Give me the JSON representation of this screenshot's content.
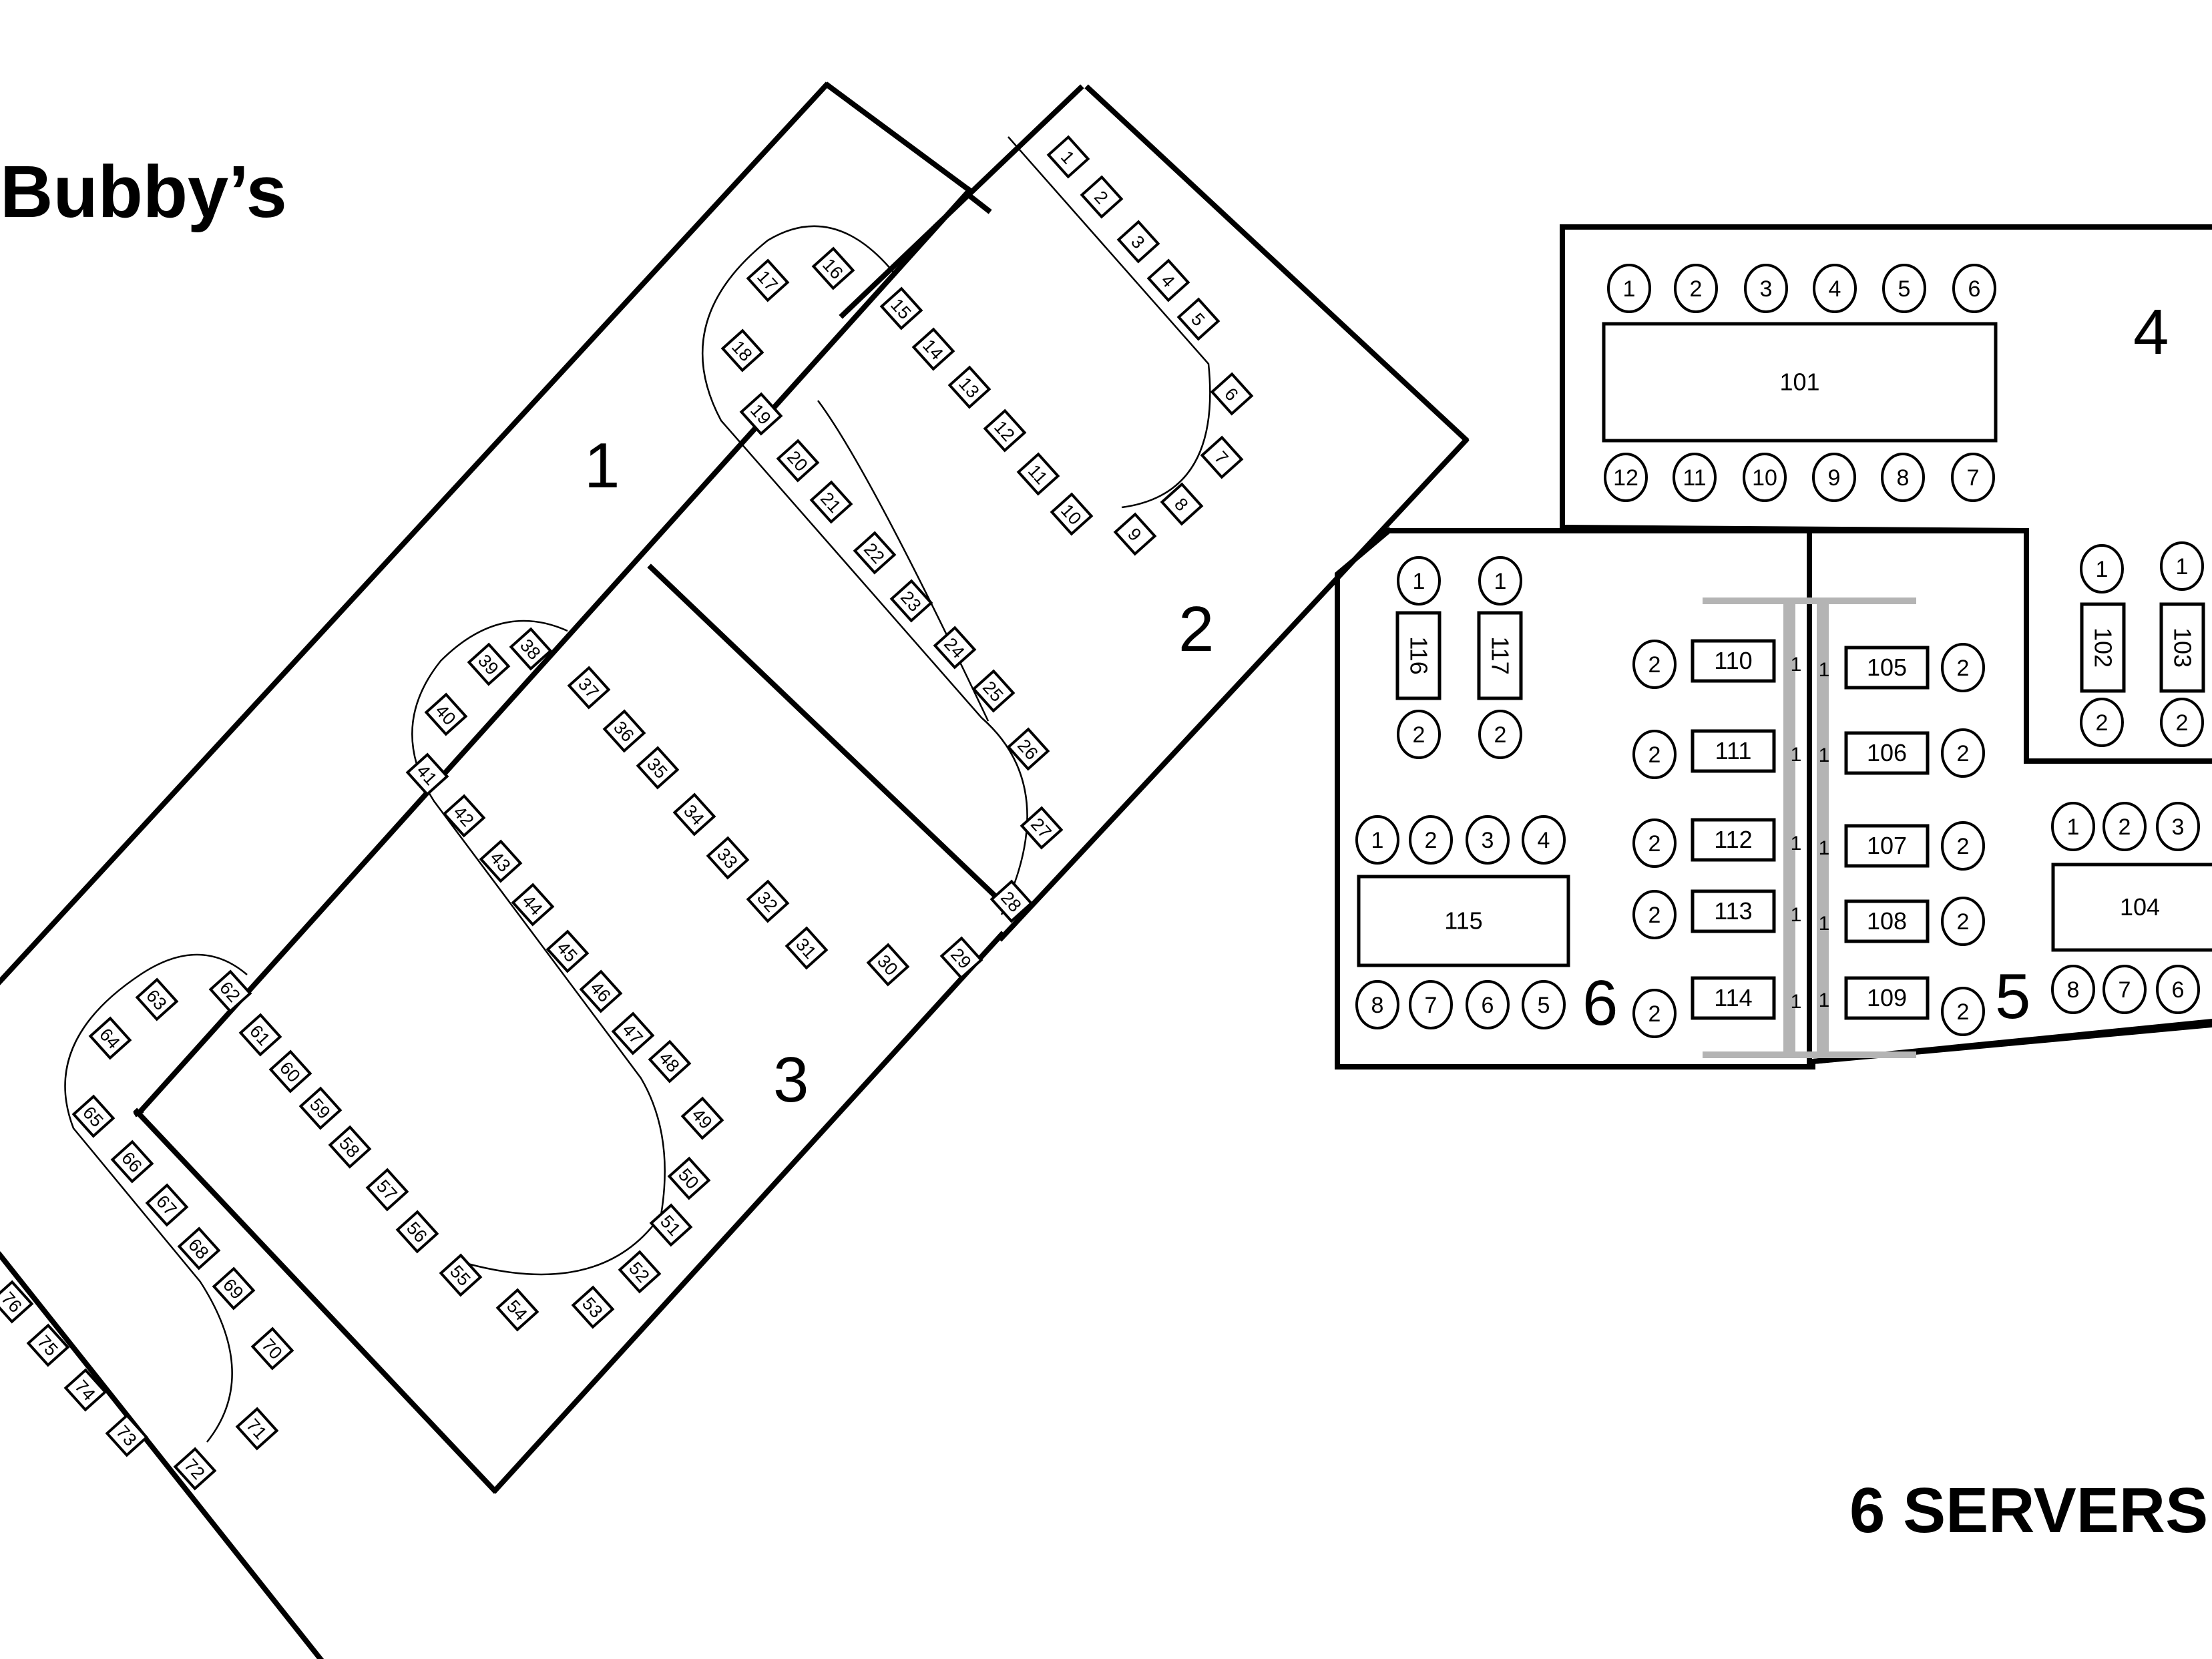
{
  "title": "Bubby’s",
  "footer": "6 SERVERS",
  "sections": {
    "s1": "1",
    "s2": "2",
    "s3": "3",
    "s4": "4",
    "s5": "5",
    "s6": "6"
  },
  "seat_labels": [
    "1",
    "2",
    "3",
    "4",
    "5",
    "6",
    "7",
    "8",
    "9",
    "10",
    "11",
    "12",
    "13",
    "14",
    "15",
    "16",
    "17",
    "18",
    "19",
    "20",
    "21",
    "22",
    "23",
    "24",
    "25",
    "26",
    "27",
    "28",
    "29",
    "30",
    "31",
    "32",
    "33",
    "34",
    "35",
    "36",
    "37",
    "38",
    "39",
    "40",
    "41",
    "42",
    "43",
    "44",
    "45",
    "46",
    "47",
    "48",
    "49",
    "50",
    "51",
    "52",
    "53",
    "54",
    "55",
    "56",
    "57",
    "58",
    "59",
    "60",
    "61",
    "62",
    "63",
    "64",
    "65",
    "66",
    "67",
    "68",
    "69",
    "70",
    "71",
    "72",
    "73",
    "74",
    "75",
    "76"
  ],
  "tables": {
    "t101": "101",
    "t102": "102",
    "t103": "103",
    "t104": "104",
    "t105": "105",
    "t106": "106",
    "t107": "107",
    "t108": "108",
    "t109": "109",
    "t110": "110",
    "t111": "111",
    "t112": "112",
    "t113": "113",
    "t114": "114",
    "t115": "115",
    "t116": "116",
    "t117": "117"
  },
  "chair_labels": {
    "t101_top": [
      "1",
      "2",
      "3",
      "4",
      "5",
      "6"
    ],
    "t101_bottom": [
      "12",
      "11",
      "10",
      "9",
      "8",
      "7"
    ],
    "t115_top": [
      "1",
      "2",
      "3",
      "4"
    ],
    "t115_bottom": [
      "8",
      "7",
      "6",
      "5"
    ],
    "t104_top": [
      "1",
      "2",
      "3"
    ],
    "t104_bottom": [
      "8",
      "7",
      "6"
    ],
    "one": "1",
    "two": "2"
  }
}
